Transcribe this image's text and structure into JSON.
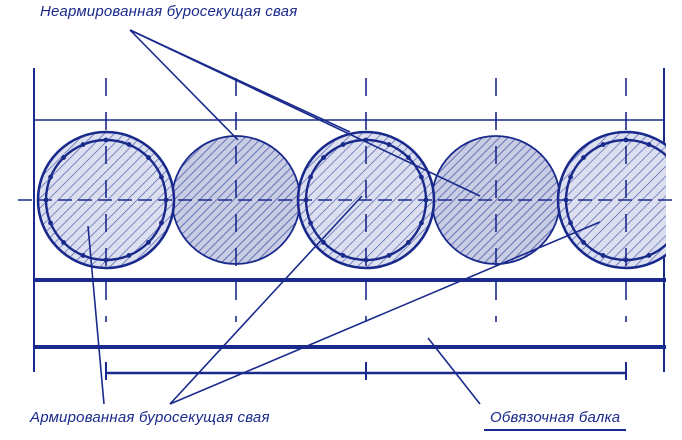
{
  "labels": {
    "unreinforced_pile": "Неармированная буросекущая свая",
    "reinforced_pile": "Армированная буросекущая свая",
    "capping_beam": "Обвязочная балка"
  },
  "colors": {
    "ink": "#1a2a8c",
    "hatch": "#4a5aa8",
    "fill_unreinforced": "#c9cde4",
    "fill_reinforced": "#dcdff0",
    "background": "#ffffff"
  },
  "piles": [
    {
      "type": "reinforced"
    },
    {
      "type": "unreinforced"
    },
    {
      "type": "reinforced"
    },
    {
      "type": "unreinforced"
    },
    {
      "type": "reinforced"
    }
  ]
}
